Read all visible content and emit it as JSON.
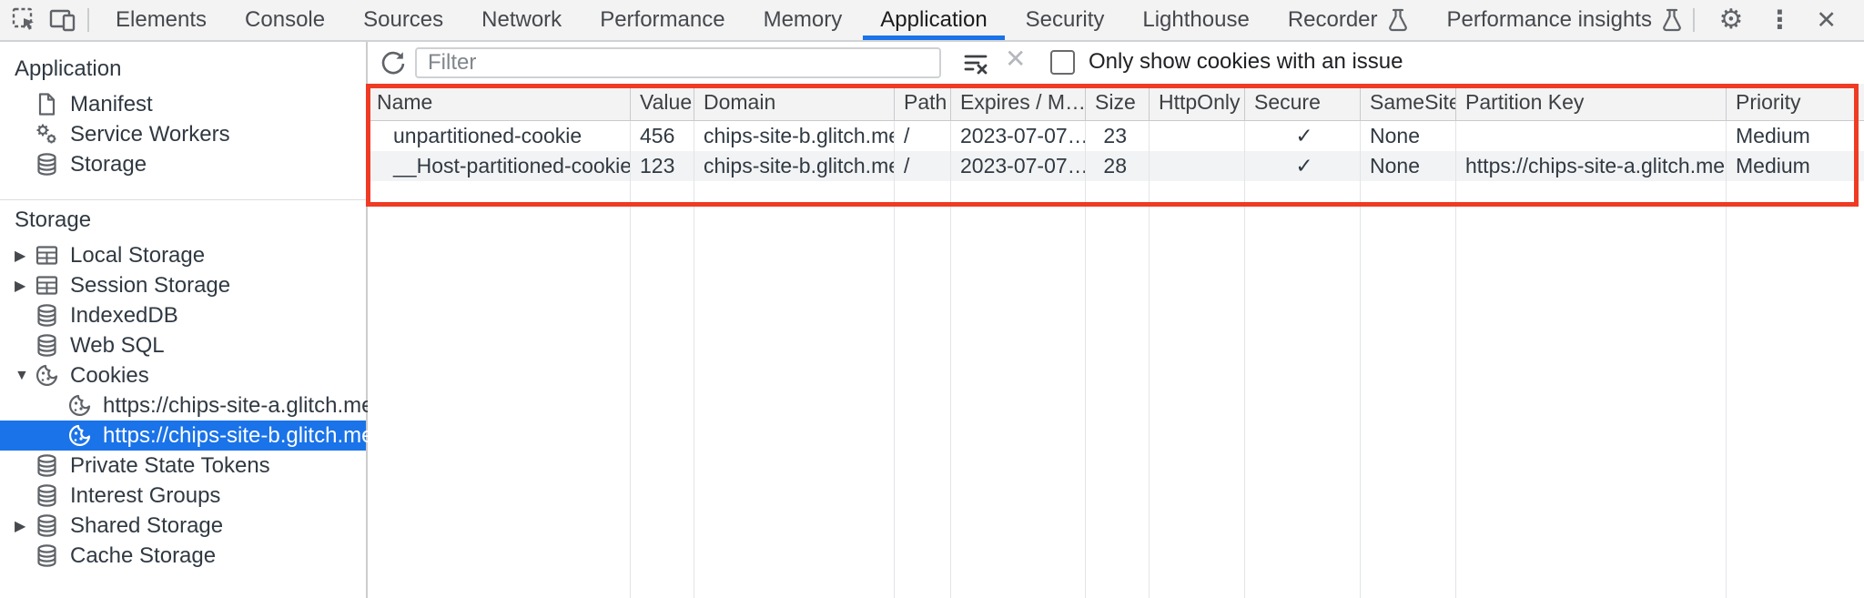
{
  "colors": {
    "accent": "#1a73e8",
    "annotation": "#ef3b24",
    "selected_text": "#ffffff"
  },
  "glyphs": {
    "gear": "⚙",
    "kebab": "⋮",
    "close": "✕",
    "clear_x": "✕",
    "collapsed": "▶",
    "expanded": "▼"
  },
  "topbar": {
    "tabs": [
      {
        "label": "Elements"
      },
      {
        "label": "Console"
      },
      {
        "label": "Sources"
      },
      {
        "label": "Network"
      },
      {
        "label": "Performance"
      },
      {
        "label": "Memory"
      },
      {
        "label": "Application",
        "active": true
      },
      {
        "label": "Security"
      },
      {
        "label": "Lighthouse"
      },
      {
        "label": "Recorder",
        "icon": "flask-icon"
      },
      {
        "label": "Performance insights",
        "icon": "flask-icon"
      }
    ],
    "left_icons": [
      "inspect-element-icon",
      "device-toolbar-icon"
    ],
    "right_icons": [
      "gear-icon",
      "kebab-menu-icon",
      "close-icon"
    ]
  },
  "sidebar": {
    "sections": [
      {
        "title": "Application",
        "items": [
          {
            "label": "Manifest",
            "icon": "manifest-file-icon"
          },
          {
            "label": "Service Workers",
            "icon": "service-workers-icon"
          },
          {
            "label": "Storage",
            "icon": "database-icon"
          }
        ]
      },
      {
        "title": "Storage",
        "items": [
          {
            "label": "Local Storage",
            "icon": "table-icon",
            "arrow": "collapsed"
          },
          {
            "label": "Session Storage",
            "icon": "table-icon",
            "arrow": "collapsed"
          },
          {
            "label": "IndexedDB",
            "icon": "database-icon"
          },
          {
            "label": "Web SQL",
            "icon": "database-icon"
          },
          {
            "label": "Cookies",
            "icon": "cookie-icon",
            "arrow": "expanded"
          },
          {
            "label": "https://chips-site-a.glitch.me",
            "icon": "cookie-icon",
            "child": true
          },
          {
            "label": "https://chips-site-b.glitch.me",
            "icon": "cookie-icon",
            "child": true,
            "selected": true
          },
          {
            "label": "Private State Tokens",
            "icon": "database-icon"
          },
          {
            "label": "Interest Groups",
            "icon": "database-icon"
          },
          {
            "label": "Shared Storage",
            "icon": "database-icon",
            "arrow": "collapsed"
          },
          {
            "label": "Cache Storage",
            "icon": "database-icon"
          }
        ]
      }
    ]
  },
  "main": {
    "filter": {
      "placeholder": "Filter",
      "value": ""
    },
    "issues_checkbox": {
      "label": "Only show cookies with an issue",
      "checked": false
    },
    "table": {
      "columns": [
        "Name",
        "Value",
        "Domain",
        "Path",
        "Expires / M…",
        "Size",
        "HttpOnly",
        "Secure",
        "SameSite",
        "Partition Key",
        "Priority"
      ],
      "rows": [
        {
          "name": "unpartitioned-cookie",
          "value": "456",
          "domain": "chips-site-b.glitch.me",
          "path": "/",
          "expires": "2023-07-07…",
          "size": "23",
          "http_only": "",
          "secure": "✓",
          "same_site": "None",
          "partition_key": "",
          "priority": "Medium"
        },
        {
          "name": "__Host-partitioned-cookie",
          "value": "123",
          "domain": "chips-site-b.glitch.me",
          "path": "/",
          "expires": "2023-07-07…",
          "size": "28",
          "http_only": "",
          "secure": "✓",
          "same_site": "None",
          "partition_key": "https://chips-site-a.glitch.me",
          "priority": "Medium"
        }
      ]
    }
  }
}
